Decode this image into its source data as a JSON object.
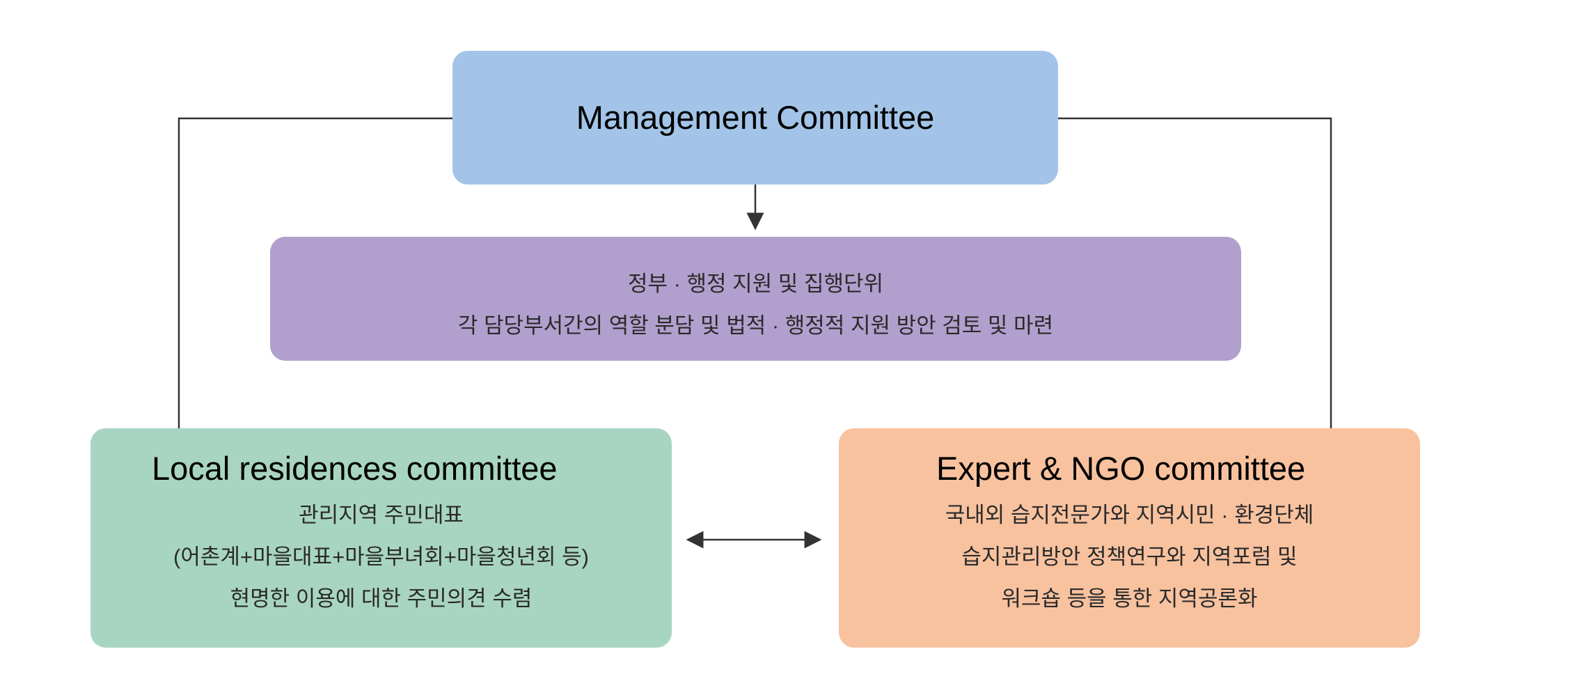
{
  "management": {
    "title": "Management Committee"
  },
  "government": {
    "lines": [
      "정부 · 행정 지원 및 집행단위",
      "각 담당부서간의 역할 분담 및 법적 · 행정적 지원 방안 검토 및 마련"
    ]
  },
  "local": {
    "title": "Local residences committee",
    "lines": [
      "관리지역 주민대표",
      "(어촌계+마을대표+마을부녀회+마을청년회 등)",
      "현명한 이용에 대한 주민의견 수렴"
    ]
  },
  "expert": {
    "title": "Expert & NGO committee",
    "lines": [
      "국내외 습지전문가와 지역시민 · 환경단체",
      "습지관리방안 정책연구와 지역포럼 및",
      "워크숍 등을 통한 지역공론화"
    ]
  },
  "colors": {
    "management": "#a3c4e8",
    "government": "#b19fcd",
    "local": "#a8d5c2",
    "expert": "#f8c29f",
    "line": "#333333"
  }
}
